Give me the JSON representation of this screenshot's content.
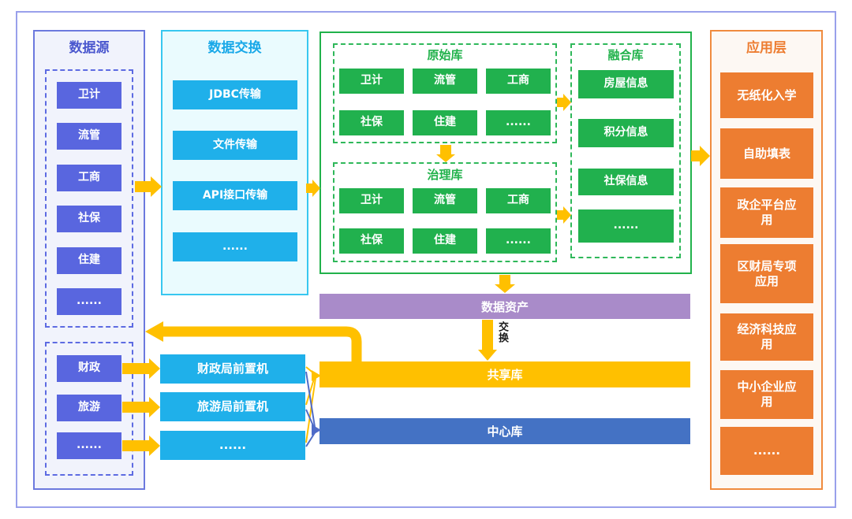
{
  "diagram": {
    "data_source": {
      "title": "数据源",
      "group1": [
        "卫计",
        "流管",
        "工商",
        "社保",
        "住建",
        "......"
      ],
      "group2": [
        "财政",
        "旅游",
        "......"
      ]
    },
    "data_exchange": {
      "title": "数据交换",
      "items": [
        "JDBC传输",
        "文件传输",
        "API接口传输",
        "......"
      ]
    },
    "raw_db": {
      "title": "原始库",
      "items": [
        "卫计",
        "流管",
        "工商",
        "社保",
        "住建",
        "......"
      ]
    },
    "governance_db": {
      "title": "治理库",
      "items": [
        "卫计",
        "流管",
        "工商",
        "社保",
        "住建",
        "......"
      ]
    },
    "fusion_db": {
      "title": "融合库",
      "items": [
        "房屋信息",
        "积分信息",
        "社保信息",
        "......"
      ]
    },
    "bars": {
      "data_asset": "数据资产",
      "exchange_label": "交换",
      "share_db": "共享库",
      "center_db": "中心库"
    },
    "frontend_machines": [
      "财政局前置机",
      "旅游局前置机",
      "......"
    ],
    "app_layer": {
      "title": "应用层",
      "items": [
        "无纸化入学",
        "自助填表",
        "政企平台应用",
        "区财局专项应用",
        "经济科技应用",
        "中小企业应用",
        "......"
      ]
    },
    "colors": {
      "source_blue": "#5966DF",
      "exchange_cyan": "#1FB0EA",
      "db_green": "#21B24B",
      "asset_purple": "#A98BC9",
      "share_gold": "#FFC000",
      "center_blue": "#4472C4",
      "app_orange": "#ED7D31",
      "arrow_gold": "#FFC000"
    }
  }
}
